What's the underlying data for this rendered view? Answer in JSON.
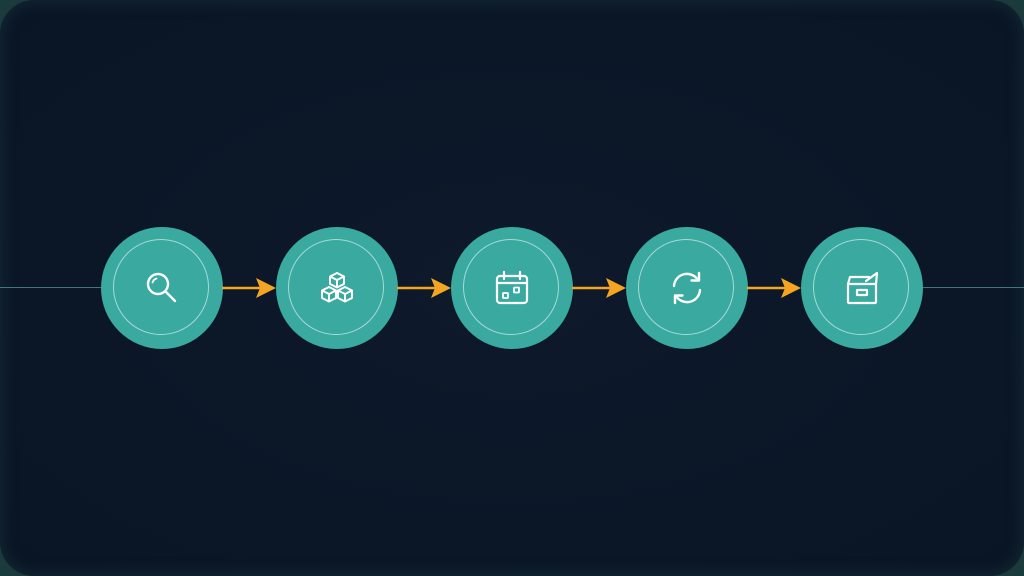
{
  "colors": {
    "background": "#0b1727",
    "node_fill": "#3aa9a0",
    "node_ring": "#e1f5f2",
    "icon_stroke": "#ffffff",
    "arrow": "#f4a623",
    "baseline": "#4f8f95"
  },
  "flow": {
    "nodes": [
      {
        "icon": "magnifier-icon"
      },
      {
        "icon": "stacked-cubes-icon"
      },
      {
        "icon": "calendar-icon"
      },
      {
        "icon": "refresh-cycle-icon"
      },
      {
        "icon": "archive-box-icon"
      }
    ],
    "connectors": [
      {
        "from": 0,
        "to": 1,
        "style": "arrow"
      },
      {
        "from": 1,
        "to": 2,
        "style": "arrow"
      },
      {
        "from": 2,
        "to": 3,
        "style": "arrow"
      },
      {
        "from": 3,
        "to": 4,
        "style": "arrow"
      }
    ]
  }
}
